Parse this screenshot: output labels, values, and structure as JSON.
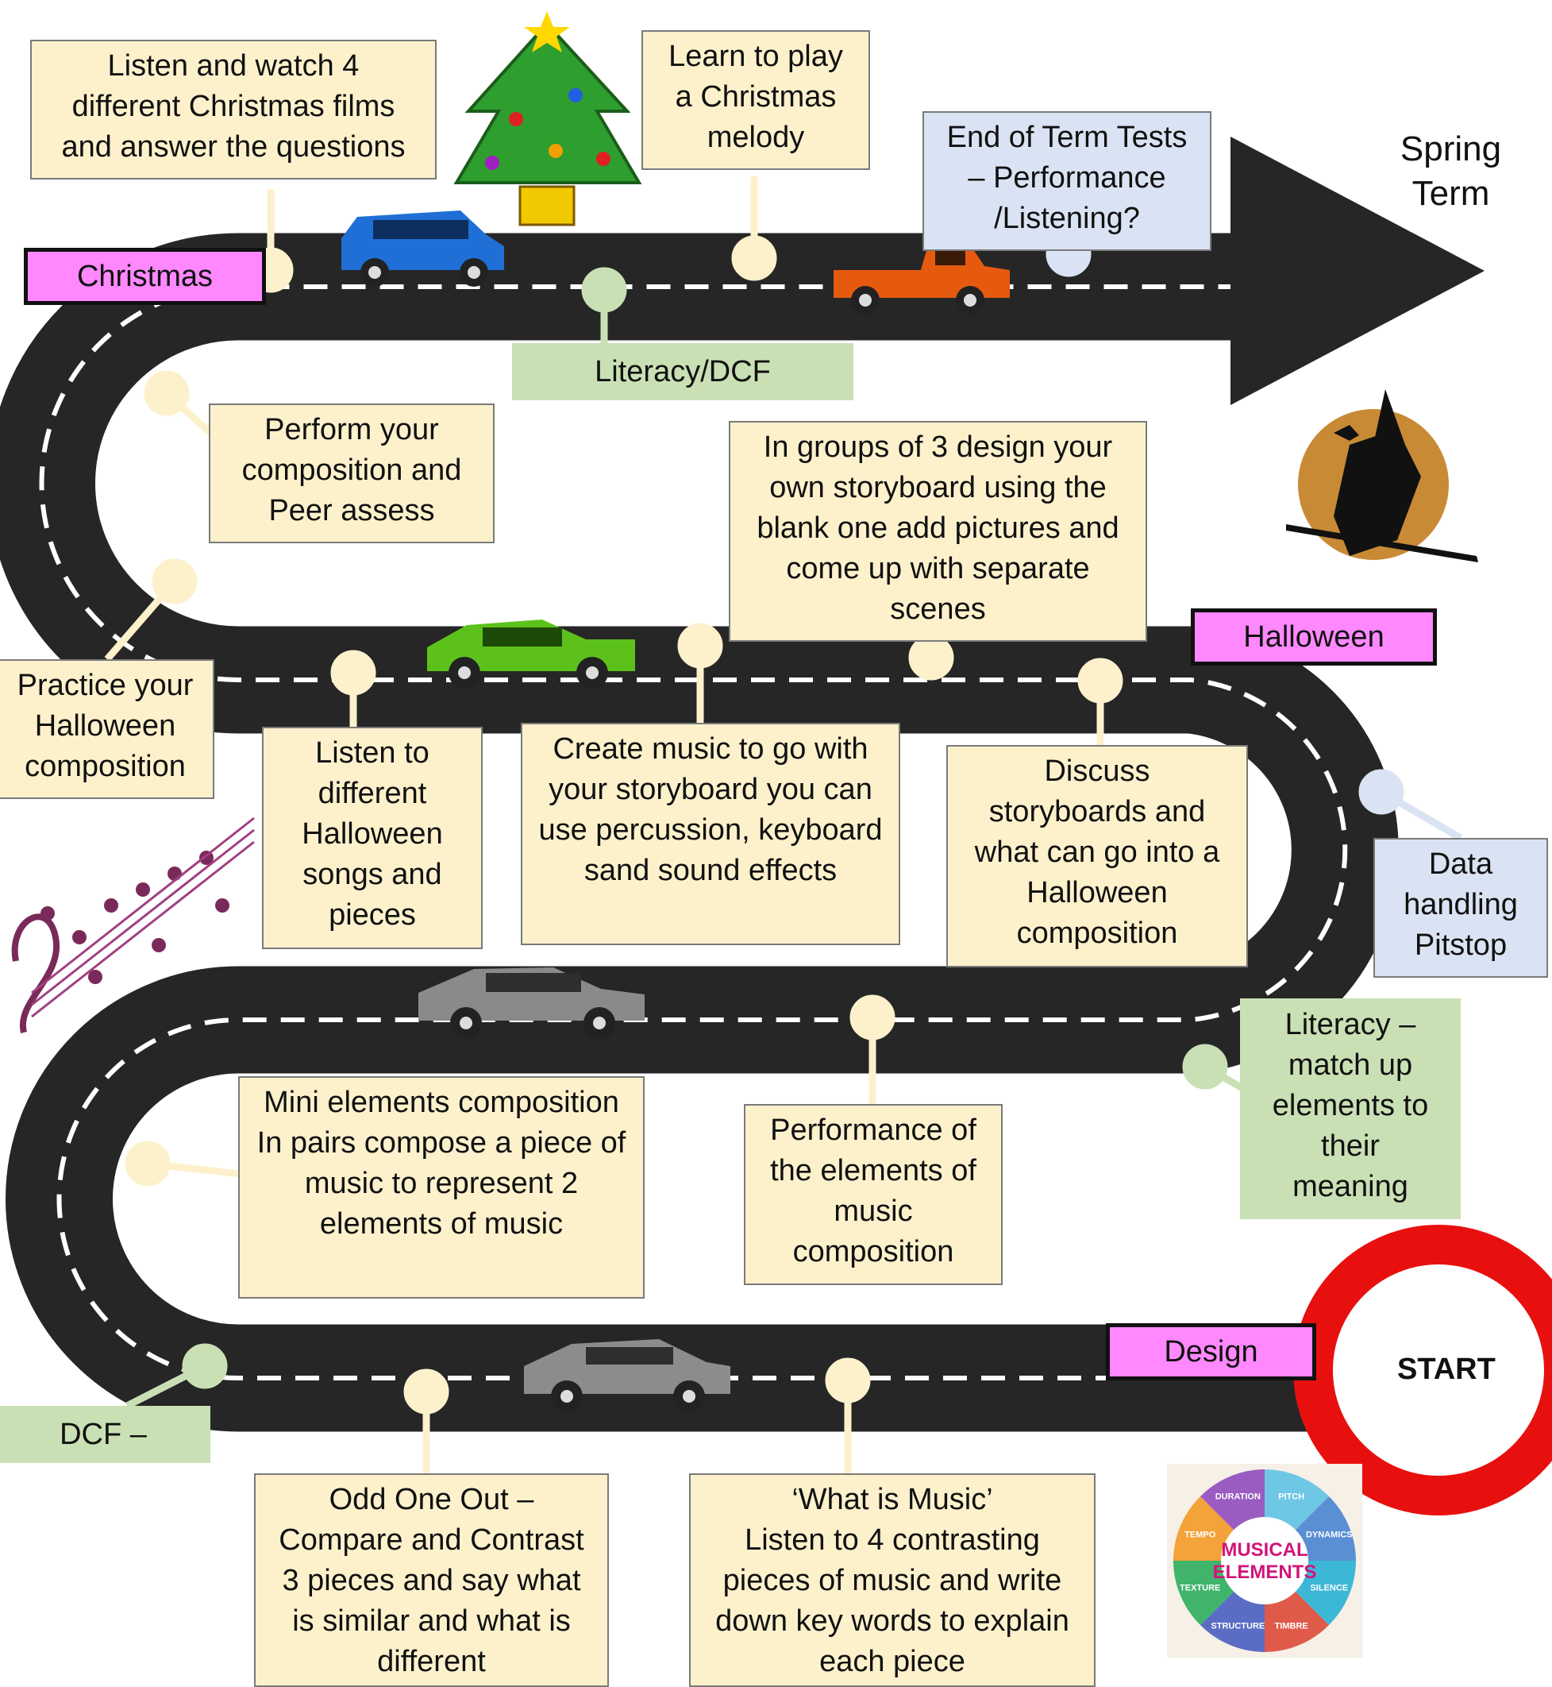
{
  "title": "Spring\nTerm",
  "start_label": "START",
  "milestones": {
    "christmas": "Christmas",
    "halloween": "Halloween",
    "design": "Design"
  },
  "tasks": {
    "christmas_films": "Listen and watch 4\ndifferent Christmas films\nand answer the questions",
    "christmas_melody": "Learn to play\na Christmas\nmelody",
    "end_of_term": "End of Term Tests\n– Performance\n/Listening?",
    "literacy_dcf": "Literacy/DCF",
    "perform_composition": "Perform your\ncomposition and\nPeer assess",
    "storyboard": "In groups of 3 design your\nown storyboard using the\nblank one add pictures and\ncome up with separate\nscenes",
    "practice_halloween": "Practice your\nHalloween\ncomposition",
    "listen_halloween": "Listen to\ndifferent\nHalloween\nsongs and\npieces",
    "create_music": "Create music to go with\nyour storyboard you can\nuse percussion, keyboard\nsand sound effects",
    "discuss_storyboards": "Discuss\nstoryboards and\nwhat can go into a\nHalloween\ncomposition",
    "data_pitstop": "Data\nhandling\nPitstop",
    "literacy_match": "Literacy –\nmatch up\nelements to\ntheir\nmeaning",
    "mini_elements": "Mini elements composition\nIn pairs compose a piece of\nmusic to represent 2\nelements of music",
    "performance_elements": "Performance of\nthe elements of\nmusic\ncomposition",
    "dcf": "DCF –",
    "odd_one_out": "Odd One Out –\nCompare and Contrast\n3 pieces and say what\nis similar and what is\ndifferent",
    "what_is_music": "‘What is Music’\nListen to 4 contrasting\npieces of music and write\ndown key words to explain\neach piece"
  },
  "elements_wheel": {
    "center": "MUSICAL\nELEMENTS",
    "segments": [
      "PITCH",
      "DYNAMICS",
      "SILENCE",
      "TIMBRE",
      "STRUCTURE",
      "TEXTURE",
      "TEMPO",
      "DURATION"
    ]
  },
  "colors": {
    "road": "#262626",
    "task_fill": "#fdf1cc",
    "blue_fill": "#dae3f3",
    "green_fill": "#c9e0b5",
    "milestone_fill": "#ff88ff",
    "start_ring": "#e8100f"
  }
}
